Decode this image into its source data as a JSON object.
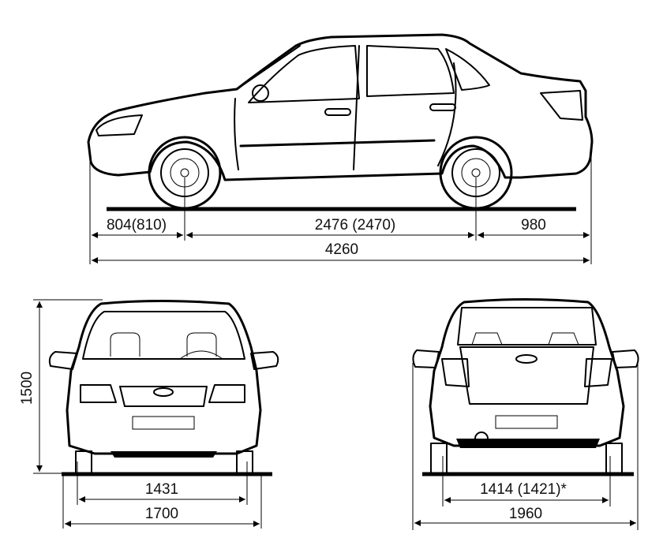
{
  "diagram": {
    "subject": "Sedan car dimension drawing",
    "views": {
      "side": {
        "dimensions": {
          "front_overhang": "804(810)",
          "wheelbase": "2476 (2470)",
          "rear_overhang": "980",
          "overall_length": "4260"
        }
      },
      "front": {
        "dimensions": {
          "height": "1500",
          "front_track": "1431",
          "overall_width": "1700"
        }
      },
      "rear": {
        "dimensions": {
          "rear_track": "1414 (1421)*",
          "width_with_mirrors": "1960"
        }
      }
    },
    "colors": {
      "line": "#000000",
      "background": "#ffffff"
    }
  }
}
